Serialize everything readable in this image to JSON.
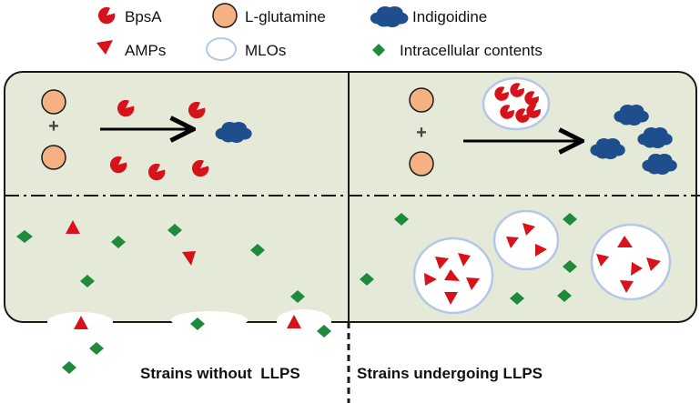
{
  "legend": {
    "bpsa": "BpsA",
    "l_glutamine": "L-glutamine",
    "indigoidine": "Indigoidine",
    "amps": "AMPs",
    "mlos": "MLOs",
    "intracellular": "Intracellular contents"
  },
  "panels": {
    "left_caption": "Strains without  LLPS",
    "right_caption": "Strains undergoing LLPS",
    "plus_symbol": "+"
  },
  "colors": {
    "cell_fill": "#e4ead7",
    "cell_stroke": "#1a1a1a",
    "bpsa_red": "#d8121b",
    "glutamine_fill": "#f4b183",
    "indigoidine_blue": "#1f4e8c",
    "mlo_fill": "#ffffff",
    "mlo_stroke": "#b4c7e7",
    "green_diamond": "#1e8b3c"
  },
  "icons": [
    "bpsa-icon",
    "l-glutamine-icon",
    "indigoidine-icon",
    "amp-triangle-icon",
    "mlo-circle-icon",
    "green-diamond-icon",
    "arrow-icon"
  ]
}
